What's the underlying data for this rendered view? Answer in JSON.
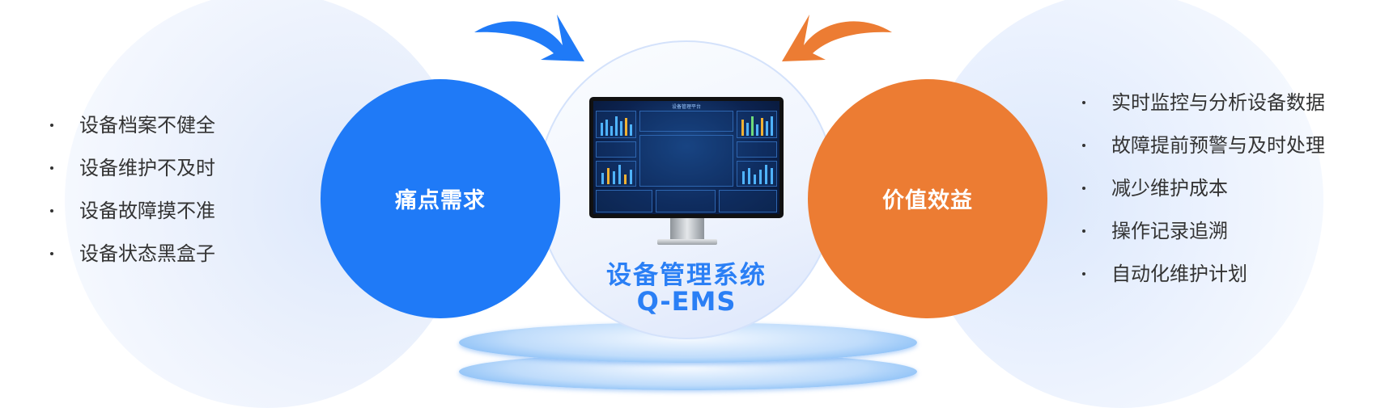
{
  "left": {
    "label": "痛点需求",
    "items": [
      "设备档案不健全",
      "设备维护不及时",
      "设备故障摸不准",
      "设备状态黑盒子"
    ]
  },
  "right": {
    "label": "价值效益",
    "items": [
      "实时监控与分析设备数据",
      "故障提前预警与及时处理",
      "减少维护成本",
      "操作记录追溯",
      "自动化维护计划"
    ]
  },
  "center": {
    "name": "设备管理系统",
    "code": "Q-EMS",
    "screen_title": "设备管理平台"
  },
  "colors": {
    "blue": "#1f7af7",
    "orange": "#ec7c33"
  }
}
